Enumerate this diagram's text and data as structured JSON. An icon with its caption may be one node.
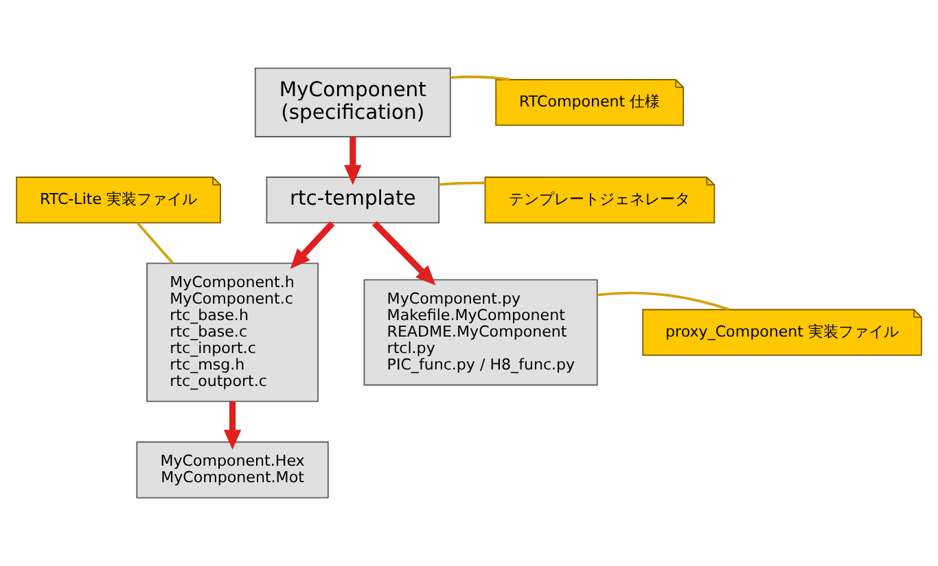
{
  "diagram": {
    "nodes": [
      {
        "text": [
          "MyComponent",
          "(specification)"
        ]
      },
      {
        "text": [
          "RTComponent 仕様"
        ]
      },
      {
        "text": [
          "RTC-Lite 実装ファイル"
        ]
      },
      {
        "text": [
          "rtc-template"
        ]
      },
      {
        "text": [
          "テンプレートジェネレータ"
        ]
      },
      {
        "text": [
          "proxy_Component 実装ファイル"
        ]
      },
      {
        "text": [
          "MyComponent.h",
          "MyComponent.c",
          "rtc_base.h",
          "rtc_base.c",
          "rtc_inport.c",
          "rtc_msg.h",
          "rtc_outport.c"
        ]
      },
      {
        "text": [
          "MyComponent.py",
          "Makefile.MyComponent",
          "README.MyComponent",
          "rtcl.py",
          "PIC_func.py / H8_func.py"
        ]
      },
      {
        "text": [
          "MyComponent.Hex",
          "MyComponent.Mot"
        ]
      }
    ],
    "edges": [
      {
        "from": 0,
        "to": 3,
        "arrow": "to",
        "style": "thick",
        "color": "#e02020"
      },
      {
        "from": 3,
        "to": 6,
        "arrow": "to",
        "style": "thick",
        "color": "#e02020"
      },
      {
        "from": 3,
        "to": 7,
        "arrow": "to",
        "style": "thick",
        "color": "#e02020"
      },
      {
        "from": 6,
        "to": 8,
        "arrow": "to",
        "style": "thick",
        "color": "#e02020"
      },
      {
        "from": 1,
        "to": 0,
        "arrow": "none",
        "color": "#d4a000"
      },
      {
        "from": 4,
        "to": 3,
        "arrow": "none",
        "color": "#d4a000"
      },
      {
        "from": 2,
        "to": 6,
        "arrow": "none",
        "color": "#d4a000"
      },
      {
        "from": 5,
        "to": 7,
        "arrow": "none",
        "color": "#d4a000"
      }
    ]
  }
}
